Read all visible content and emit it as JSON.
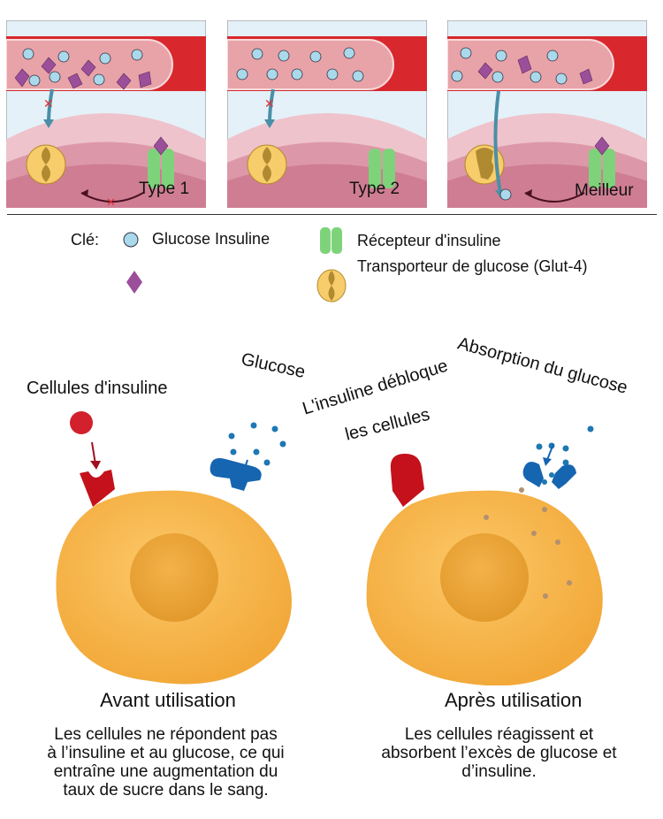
{
  "panels": [
    {
      "id": "type1",
      "label": "Type 1",
      "blocked": true,
      "insulin_bound": true,
      "glucose_passes": false
    },
    {
      "id": "type2",
      "label": "Type 2",
      "blocked": true,
      "insulin_bound": false,
      "glucose_passes": false
    },
    {
      "id": "better",
      "label": "Meilleur",
      "blocked": false,
      "insulin_bound": true,
      "glucose_passes": true
    }
  ],
  "key": {
    "title": "Clé:",
    "glucose_insulin": "Glucose Insuline",
    "receptor": "Récepteur d'insuline",
    "transporter": "Transporteur de glucose (Glut-4)"
  },
  "lower": {
    "insulin_cells_label": "Cellules d'insuline",
    "glucose_label": "Glucose",
    "unlock_label_line1": "L'insuline débloque",
    "unlock_label_line2": "les cellules",
    "absorption_label": "Absorption du glucose",
    "before": {
      "heading": "Avant utilisation",
      "lines": [
        "Les cellules ne répondent pas",
        "à l’insuline et au glucose, ce qui",
        "entraîne une augmentation du",
        "taux de sucre dans le sang."
      ]
    },
    "after": {
      "heading": "Après utilisation",
      "lines": [
        "Les cellules réagissent et",
        "absorbent l’excès de glucose et",
        "d’insuline."
      ]
    }
  },
  "colors": {
    "vessel": "#e8a3a8",
    "vessel_dark": "#d8282e",
    "glucose": "#a9d9ea",
    "insulin": "#9b4f9b",
    "receptor": "#7ed37a",
    "transporter": "#f7cc6a",
    "cell": "#f6b441",
    "blue_receptor": "#1565b0",
    "red_receptor": "#c4111b"
  }
}
